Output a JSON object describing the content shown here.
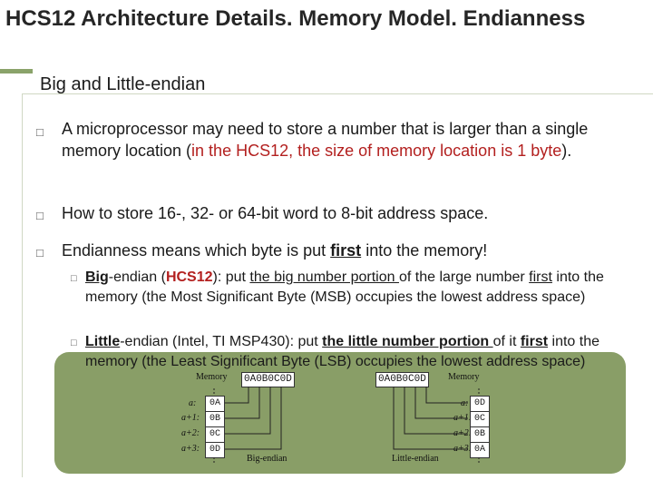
{
  "title": "HCS12 Architecture Details. Memory Model. Endianness",
  "subtitle": "Big and Little-endian",
  "bullet_glyph": "□",
  "bullets": [
    {
      "pre": "A microprocessor may need to store a number that is larger than a single memory location (",
      "red": "in the HCS12, the size of memory location is 1 byte",
      "post": ")."
    },
    {
      "text": "How to store 16-, 32- or 64-bit word to 8-bit address space."
    },
    {
      "pre": "Endianness means which byte is put ",
      "u": "first",
      "post": " into the memory!"
    }
  ],
  "sub_bullets": [
    {
      "b1": "Big",
      "t1": "-endian (",
      "red": "HCS12",
      "t2": "): put ",
      "u1": "the big number portion ",
      "t3": "of the large number ",
      "u2": "first",
      "t4": " into the memory (the Most Significant Byte (MSB) occupies the lowest address space)"
    },
    {
      "b1": "Little",
      "t1": "-endian (Intel, TI MSP430): put ",
      "u1": "the little number portion ",
      "t2": "of it ",
      "u2": "first",
      "t3": " into the memory (the Least Significant Byte (LSB) occupies the lowest address space)"
    }
  ],
  "figure": {
    "word": "0A0B0C0D",
    "memory_label": "Memory",
    "big": {
      "caption": "Big-endian",
      "addresses": [
        "a:",
        "a+1:",
        "a+2:",
        "a+3:"
      ],
      "cells": [
        "0A",
        "0B",
        "0C",
        "0D"
      ]
    },
    "little": {
      "caption": "Little-endian",
      "addresses": [
        "a:",
        "a+1:",
        "a+2:",
        "a+3:"
      ],
      "cells": [
        "0D",
        "0C",
        "0B",
        "0A"
      ]
    },
    "colors": {
      "panel": "#899e67",
      "accent": "#8aa36a",
      "red": "#b3201f"
    }
  }
}
